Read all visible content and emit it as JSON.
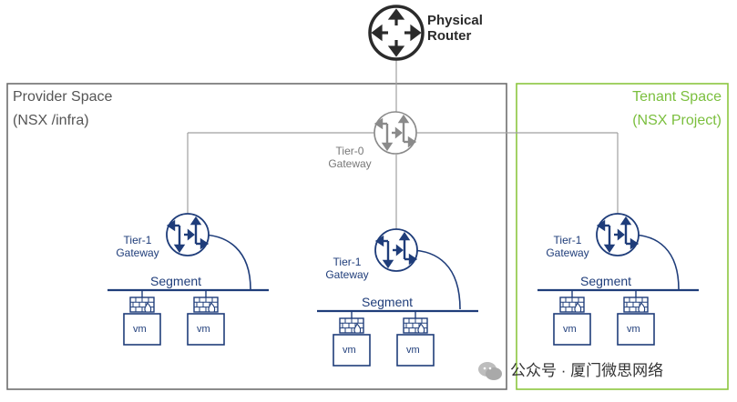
{
  "physical_router": {
    "label_line1": "Physical",
    "label_line2": "Router"
  },
  "provider_space": {
    "title_line1": "Provider Space",
    "title_line2": "(NSX /infra)"
  },
  "tenant_space": {
    "title_line1": "Tenant Space",
    "title_line2": "(NSX Project)"
  },
  "tier0": {
    "label_line1": "Tier-0",
    "label_line2": "Gateway"
  },
  "tier1": {
    "label_line1": "Tier-1",
    "label_line2": "Gateway"
  },
  "segment_label": "Segment",
  "vm_label": "vm",
  "watermark": "公众号 · 厦门微思网络",
  "colors": {
    "router_dark": "#2b2b2b",
    "gateway_blue": "#1f3d7a",
    "tier0_gray": "#8a8a8a",
    "line_gray": "#a0a0a0",
    "provider_border": "#6e6e6e",
    "tenant_border": "#8cc63f",
    "firewall_red": "#c0392b"
  }
}
